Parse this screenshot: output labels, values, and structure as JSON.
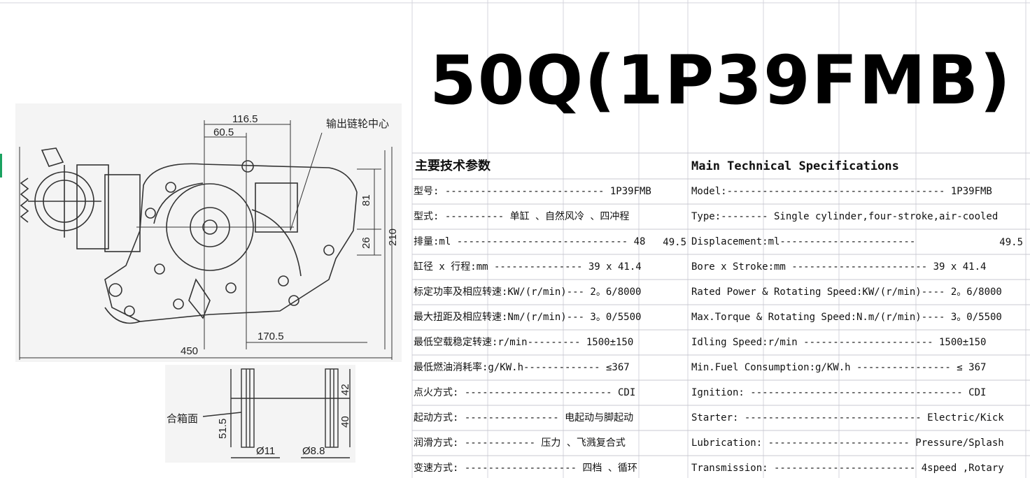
{
  "title": "50Q(1P39FMB)",
  "drawing": {
    "dim_top": "116.5",
    "dim_sub": "60.5",
    "dim_81": "81",
    "dim_26": "26",
    "dim_210": "210",
    "dim_170": "170.5",
    "dim_450": "450",
    "dim_42": "42",
    "dim_40": "40",
    "dim_51": "51.5",
    "dim_d11": "Ø11",
    "dim_d8": "Ø8.8",
    "label_sprocket": "输出链轮中心",
    "label_box": "合箱面"
  },
  "specs": {
    "cn_header": "主要技术参数",
    "en_header": "Main Technical Specifications",
    "rows": [
      {
        "cn": "型号: --------------------------- 1P39FMB",
        "en": "Model:------------------------------------- 1P39FMB"
      },
      {
        "cn": "型式: ---------- 单缸 、自然风冷 、四冲程",
        "en": "Type:-------- Single cylinder,four-stroke,air-cooled"
      },
      {
        "cn": "排量:ml ----------------------------- 48",
        "en": "Displacement:ml--------------------------"
      },
      {
        "cn": "缸径 x 行程:mm --------------- 39 x 41.4",
        "en": "Bore x Stroke:mm ----------------------- 39 x 41.4"
      },
      {
        "cn": "标定功率及相应转速:KW/(r/min)--- 2。6/8000",
        "en": "Rated Power & Rotating Speed:KW/(r/min)---- 2。6/8000"
      },
      {
        "cn": "最大扭距及相应转速:Nm/(r/min)--- 3。0/5500",
        "en": "Max.Torque & Rotating Speed:N.m/(r/min)---- 3。0/5500"
      },
      {
        "cn": "最低空载稳定转速:r/min--------- 1500±150",
        "en": "Idling Speed:r/min ---------------------- 1500±150"
      },
      {
        "cn": "最低燃油消耗率:g/KW.h------------- ≤367",
        "en": "Min.Fuel Consumption:g/KW.h ---------------- ≤ 367"
      },
      {
        "cn": "点火方式: ------------------------- CDI",
        "en": "Ignition: ------------------------------------ CDI"
      },
      {
        "cn": "起动方式: ---------------- 电起动与脚起动",
        "en": "Starter: ------------------------------ Electric/Kick"
      },
      {
        "cn": "润滑方式: ------------ 压力 、飞溅复合式",
        "en": "Lubrication: ------------------------ Pressure/Splash"
      },
      {
        "cn": "变速方式: ------------------- 四档 、循环",
        "en": "Transmission: ------------------------ 4speed ,Rotary"
      }
    ],
    "cn_displacement_value": "49.5",
    "en_displacement_value": "49.5"
  }
}
